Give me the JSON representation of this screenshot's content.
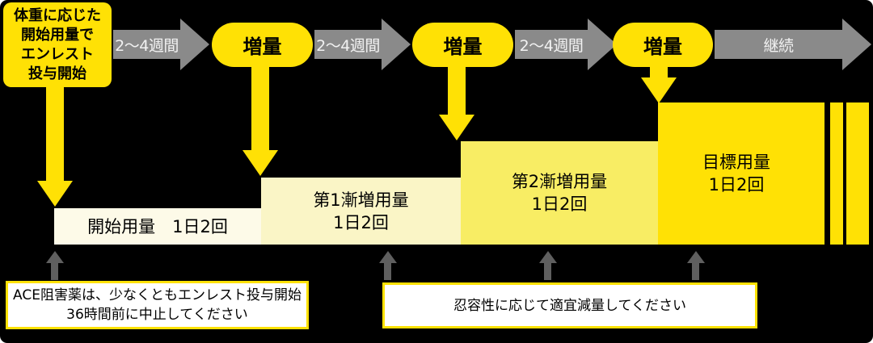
{
  "start_box": {
    "label": "体重に応じた\n開始用量で\nエンレスト\n投与開始"
  },
  "interval_arrows": [
    {
      "label": "2〜4週間"
    },
    {
      "label": "2〜4週間"
    },
    {
      "label": "2〜4週間"
    },
    {
      "label": "継続"
    }
  ],
  "increase_pills": [
    {
      "label": "増量"
    },
    {
      "label": "増量"
    },
    {
      "label": "増量"
    }
  ],
  "dose_steps": [
    {
      "label": "開始用量　1日2回"
    },
    {
      "label": "第1漸増用量\n1日2回"
    },
    {
      "label": "第2漸増用量\n1日2回"
    },
    {
      "label": "目標用量\n1日2回"
    }
  ],
  "notes": [
    {
      "label": "ACE阻害薬は、少なくともエンレスト投与開始\n36時間前に中止してください"
    },
    {
      "label": "忍容性に応じて適宜減量してください"
    }
  ],
  "colors": {
    "background": "#000000",
    "accent_yellow": "#FFE105",
    "step1_fill": "#FDFAE8",
    "step2_fill": "#FAF5C6",
    "step3_fill": "#F8ED64",
    "step4_fill": "#FFE105",
    "timeline_arrow_gray": "#8A8A8A",
    "up_arrow_gray": "#5F5F5F",
    "note_fill": "#FFFFFF",
    "note_border": "#FFE105"
  }
}
